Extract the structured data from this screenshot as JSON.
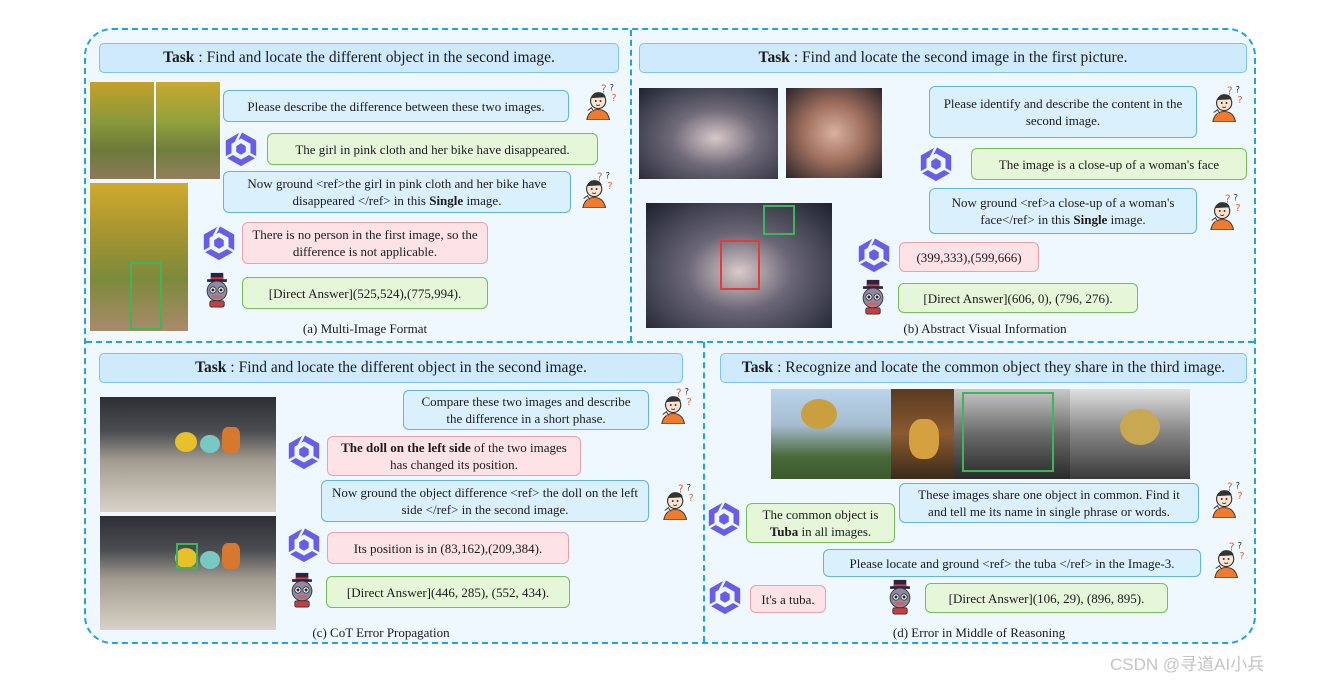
{
  "panels": [
    {
      "task_prefix": "Task",
      "task_text": ": Find and locate the different object in the second image.",
      "messages": [
        "Please describe the difference between these two images.",
        "The girl in pink cloth and her bike have disappeared.",
        "Now ground <ref>the girl in pink cloth and her bike have disappeared </ref> in this ",
        "There is no person in the first image, so the difference is not applicable.",
        "[Direct Answer](525,524),(775,994)."
      ],
      "bold_word": "Single",
      "bold_suffix": " image.",
      "caption": "(a) Multi-Image Format"
    },
    {
      "task_prefix": "Task",
      "task_text": ": Find and locate the second image in the first picture.",
      "messages": [
        "Please identify and describe the content in the second image.",
        "The image is a close-up of a woman's face",
        "Now ground <ref>a close-up of a woman's face</ref> in this ",
        "(399,333),(599,666)",
        "[Direct Answer](606, 0), (796, 276)."
      ],
      "bold_word": "Single",
      "bold_suffix": " image.",
      "caption": "(b) Abstract Visual Information"
    },
    {
      "task_prefix": "Task",
      "task_text": ": Find and locate the different object in the second image.",
      "messages": [
        "Compare these two images and describe the difference in a short phase.",
        "The doll on the left side",
        " of the two images has changed its position.",
        "Now ground the object difference <ref> the doll on the left side </ref>  in the second image.",
        "Its position is in (83,162),(209,384).",
        "[Direct Answer](446, 285), (552, 434)."
      ],
      "caption": "(c) CoT Error Propagation"
    },
    {
      "task_prefix": "Task",
      "task_text": ": Recognize and locate the common object they share in the third image.",
      "messages": [
        "These images share one object in common. Find it and tell me its name in single phrase or words.",
        "The common object is ",
        "Tuba",
        " in all images.",
        "Please locate and ground <ref> the tuba </ref> in the Image-3.",
        "It's a tuba.",
        "[Direct Answer](106, 29), (896, 895)."
      ],
      "caption": "(d) Error in Middle of Reasoning"
    }
  ],
  "watermark": "CSDN @寻道AI小兵",
  "colors": {
    "frame": "#1fa3e3",
    "task_bg": "#cfeafc",
    "user_bubble": "#dbf0fd",
    "model_bubble": "#e6f6d9",
    "error_bubble": "#fde3e5",
    "icon_purple": "#6a5ce6"
  },
  "icons": [
    "user-thinking-icon",
    "qwen-logo-icon",
    "robot-answer-icon"
  ]
}
